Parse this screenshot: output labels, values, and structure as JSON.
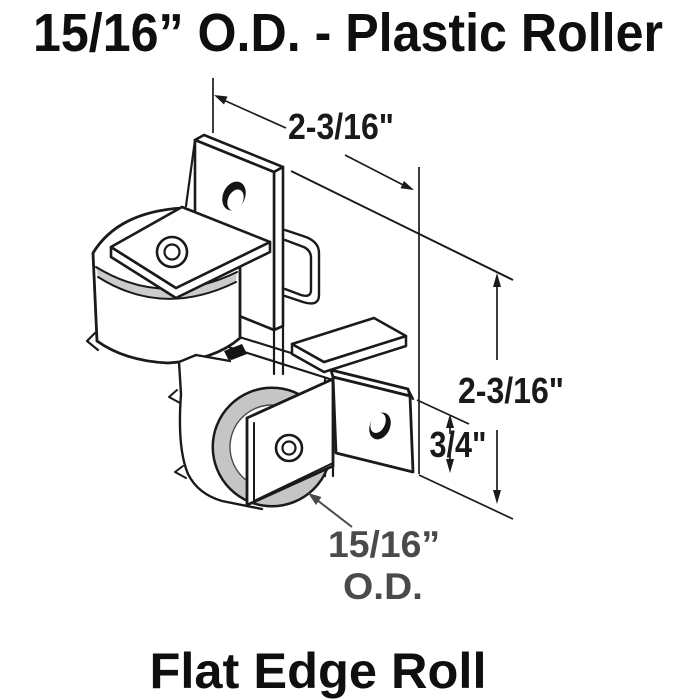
{
  "title": "15/16” O.D. - Plastic Roller",
  "footer_label": "Flat Edge Roll",
  "diagram": {
    "description": "Isometric technical line drawing of a two-wheel plastic roller assembly with L-shaped mounting brackets and dimension callouts",
    "dimensions": {
      "top_width": "2-3/16\"",
      "right_height": "2-3/16\"",
      "bracket_plate_height": "3/4\"",
      "roller_diameter_line1": "15/16”",
      "roller_diameter_line2": "O.D."
    },
    "parts": [
      "top roller wheel",
      "top mounting bracket plate",
      "top bracket screw hole",
      "channel bracket",
      "flat mounting tab",
      "bottom roller wheel",
      "bottom roller axle plate",
      "bottom mounting bracket plate",
      "bottom bracket screw hole",
      "axle hubs"
    ],
    "colors": {
      "line": "#1a1a1a",
      "roller_shading": "#c5c5c5",
      "od_label_text": "#4a4a4a",
      "heading_text": "#0f0f0f"
    }
  }
}
